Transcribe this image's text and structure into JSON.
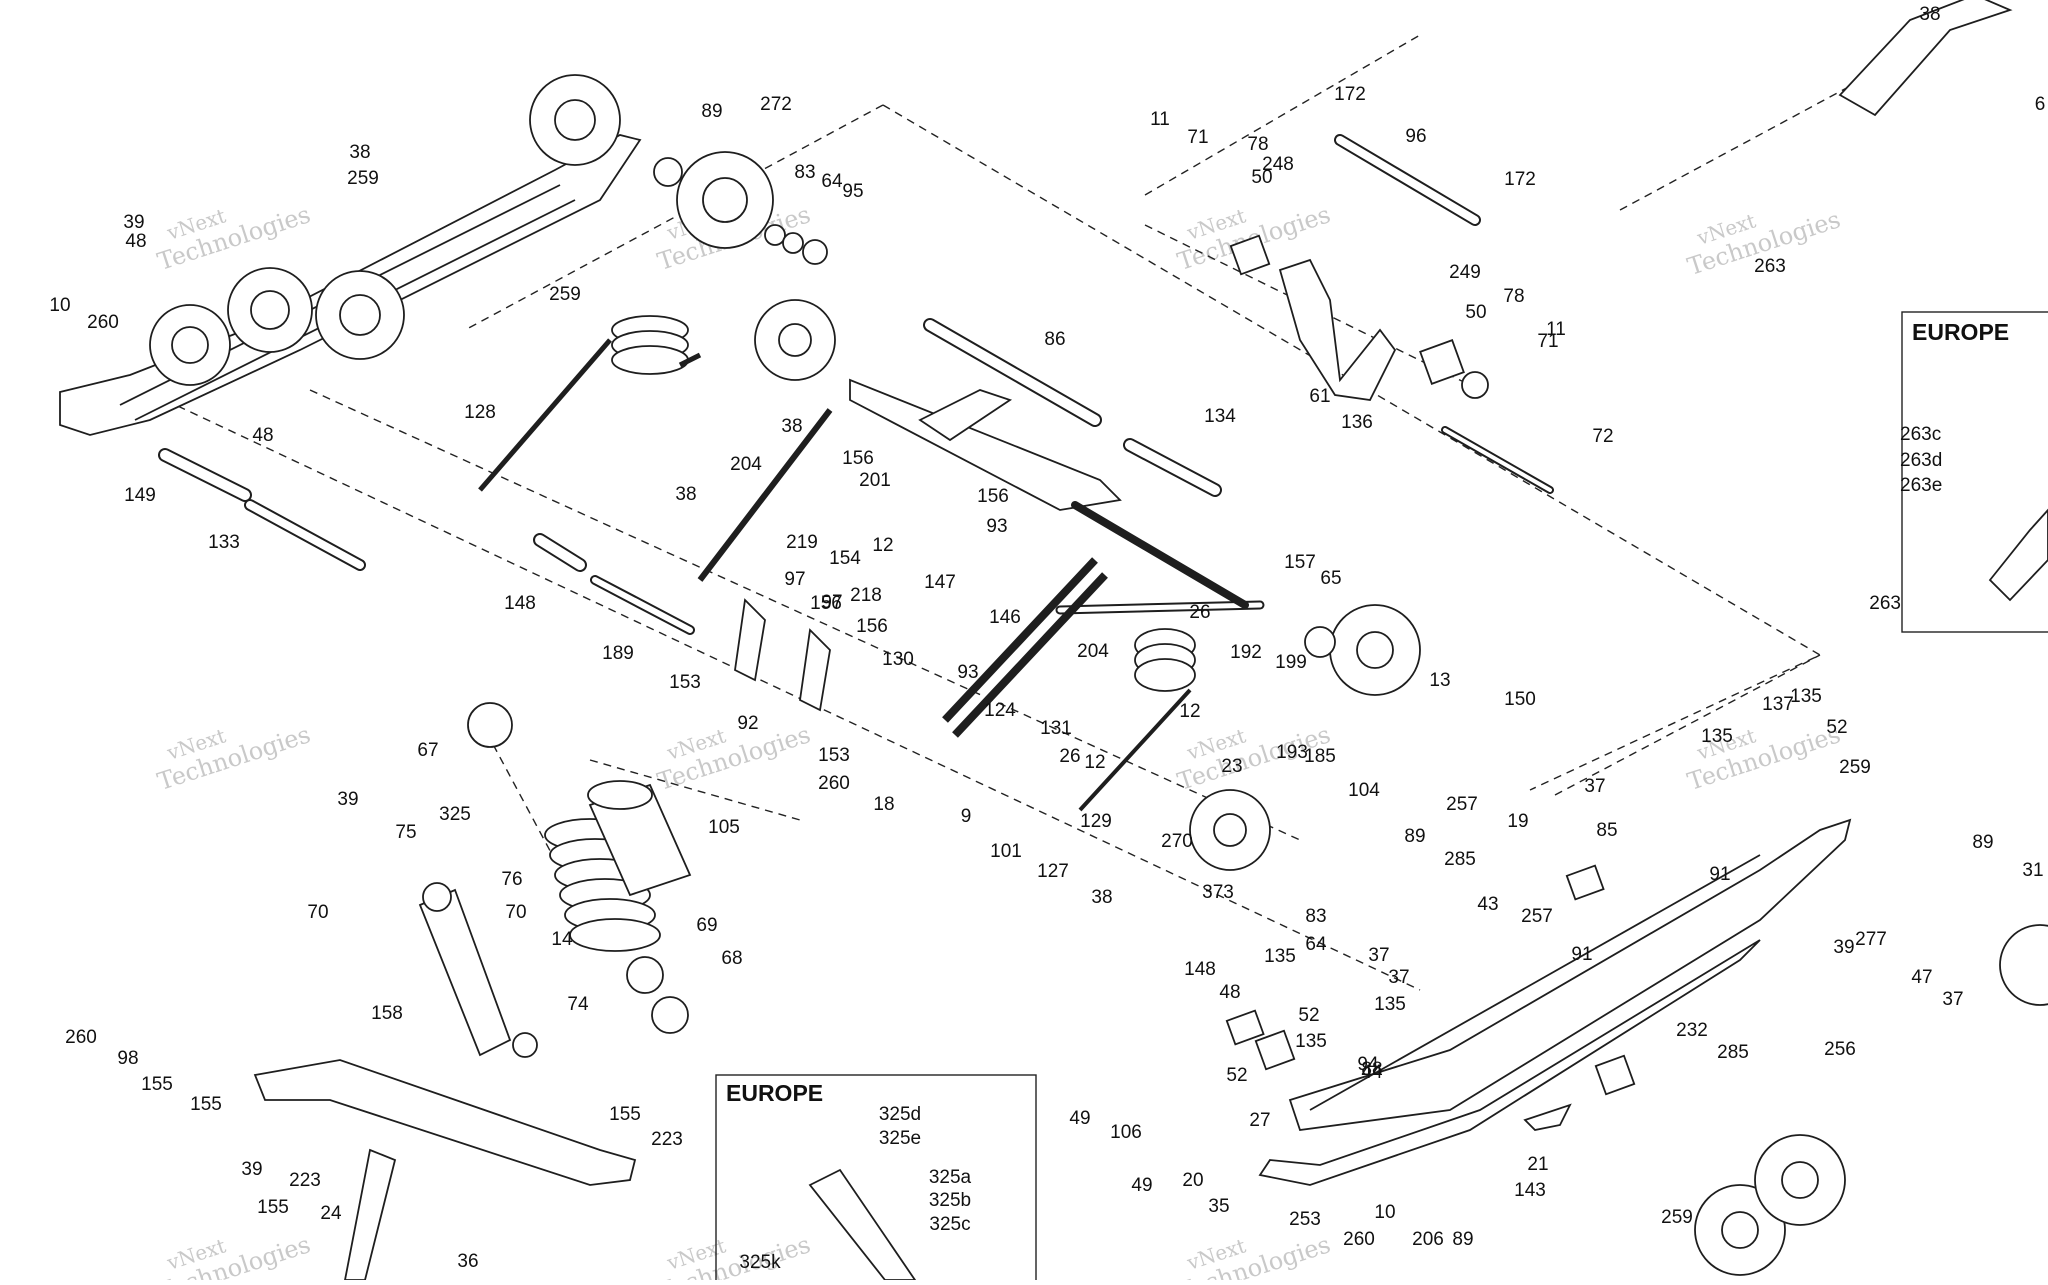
{
  "watermark": {
    "line1": "vNext",
    "line2": "Technologies"
  },
  "insets": [
    {
      "title": "EUROPE",
      "labels": [
        "263c",
        "263d",
        "263e",
        "263"
      ]
    },
    {
      "title": "EUROPE",
      "labels": [
        "325d",
        "325e",
        "325a",
        "325b",
        "325c",
        "325k"
      ]
    }
  ],
  "part_labels": [
    "38",
    "6",
    "11",
    "71",
    "78",
    "50",
    "248",
    "172",
    "96",
    "172",
    "263",
    "89",
    "272",
    "83",
    "64",
    "95",
    "38",
    "259",
    "39",
    "48",
    "10",
    "260",
    "259",
    "128",
    "86",
    "61",
    "136",
    "249",
    "50",
    "78",
    "71",
    "11",
    "72",
    "38",
    "156",
    "201",
    "134",
    "48",
    "149",
    "133",
    "204",
    "156",
    "93",
    "38",
    "219",
    "154",
    "12",
    "147",
    "157",
    "65",
    "148",
    "189",
    "156",
    "97",
    "97",
    "218",
    "146",
    "156",
    "204",
    "26",
    "199",
    "13",
    "150",
    "153",
    "130",
    "93",
    "124",
    "131",
    "192",
    "12",
    "193",
    "104",
    "92",
    "153",
    "260",
    "18",
    "26",
    "12",
    "9",
    "101",
    "127",
    "129",
    "23",
    "270",
    "373",
    "185",
    "257",
    "19",
    "67",
    "39",
    "75",
    "325",
    "105",
    "76",
    "70",
    "70",
    "14",
    "69",
    "68",
    "38",
    "89",
    "285",
    "43",
    "257",
    "37",
    "74",
    "83",
    "64",
    "148",
    "48",
    "135",
    "91",
    "52",
    "135",
    "88",
    "135",
    "137",
    "135",
    "52",
    "259",
    "37",
    "91",
    "85",
    "89",
    "31",
    "39",
    "277",
    "47",
    "37",
    "37",
    "135",
    "44",
    "260",
    "98",
    "155",
    "155",
    "158",
    "155",
    "223",
    "39",
    "223",
    "24",
    "155",
    "36",
    "49",
    "106",
    "49",
    "20",
    "35",
    "27",
    "253",
    "52",
    "94",
    "232",
    "285",
    "21",
    "143",
    "260",
    "10",
    "206",
    "89",
    "259",
    "256"
  ]
}
